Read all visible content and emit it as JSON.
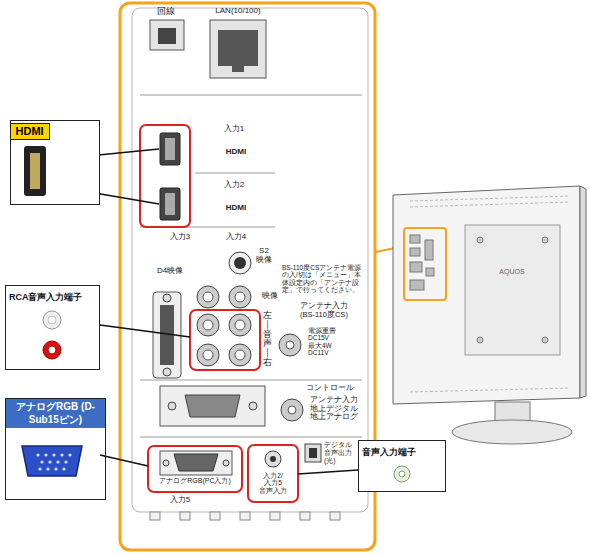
{
  "diagram": {
    "nodes": [
      {
        "text": [
          "HDMI"
        ]
      },
      {
        "text": [
          "RCA音声入力端子"
        ]
      },
      {
        "text": [
          "アナログRGB (D-Sub15ピン)"
        ]
      },
      {
        "text": [
          "音声入力端子"
        ]
      }
    ],
    "labels": [
      "回線",
      "LAN(10/100)",
      "入力1",
      "HDMI",
      "入力2",
      "HDMI",
      "入力3",
      "入力4",
      "D4映像",
      "S2 映像",
      "映像",
      "左｜音声｜右",
      "BS-110度CSアンテナ電源の入/切は「メニュー」本体設定内の「アンテナ設定」で行ってください。",
      "アンテナ入力 (BS-110度CS)",
      "電源重畳 DC15V 最大4W DC11V",
      "コントロール",
      "アンテナ入力 地上デジタル 地上アナログ",
      "デジタル 音声出力 (光)",
      "アナログRGB(PC入力)",
      "入力5",
      "入力2/ 入力5 音声入力",
      "AQUOS"
    ]
  }
}
